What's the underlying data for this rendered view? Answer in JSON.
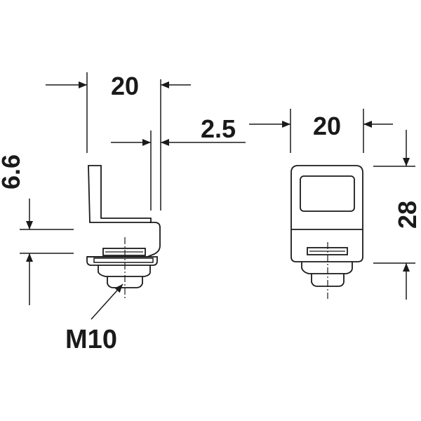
{
  "dimensions": {
    "side_width": "20",
    "offset": "2.5",
    "front_width": "20",
    "gap": "6.6",
    "height": "28",
    "thread": "M10"
  }
}
